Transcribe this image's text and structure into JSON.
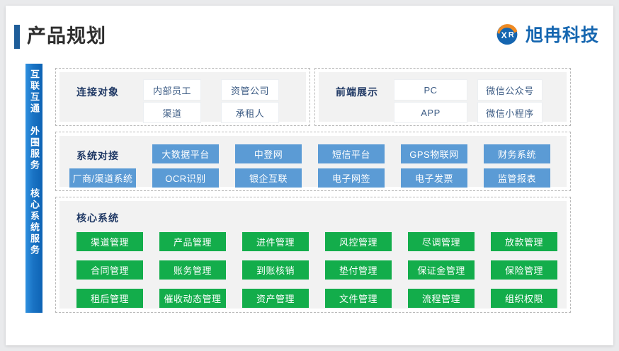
{
  "header": {
    "title": "产品规划",
    "logo_text": "旭冉科技",
    "logo_icon": "xr-circle-logo",
    "accent_color": "#1e5d99",
    "logo_color": "#1566b0"
  },
  "sidebar": {
    "groups": [
      {
        "label": "互联互通"
      },
      {
        "label": "外围服务"
      },
      {
        "label": "核心系统服务"
      }
    ],
    "gradient": [
      "#2f91e0",
      "#0d63b4"
    ]
  },
  "sections": [
    {
      "key": "connect",
      "title": "连接对象",
      "chip_style": "white",
      "items": [
        "内部员工",
        "资管公司",
        "渠道",
        "承租人"
      ]
    },
    {
      "key": "frontend",
      "title": "前端展示",
      "chip_style": "white",
      "items": [
        "PC",
        "微信公众号",
        "APP",
        "微信小程序"
      ]
    },
    {
      "key": "sysdock",
      "title": "系统对接",
      "chip_style": "blue",
      "color": "#5b9bd5",
      "row1": [
        "大数据平台",
        "中登网",
        "短信平台",
        "GPS物联网",
        "财务系统"
      ],
      "row2": [
        "厂商/渠道系统",
        "OCR识别",
        "银企互联",
        "电子网签",
        "电子发票",
        "监管报表"
      ]
    },
    {
      "key": "core",
      "title": "核心系统",
      "chip_style": "green",
      "color": "#13ad4b",
      "row1": [
        "渠道管理",
        "产品管理",
        "进件管理",
        "风控管理",
        "尽调管理",
        "放款管理"
      ],
      "row2": [
        "合同管理",
        "账务管理",
        "到账核销",
        "垫付管理",
        "保证金管理",
        "保险管理"
      ],
      "row3": [
        "租后管理",
        "催收动态管理",
        "资产管理",
        "文件管理",
        "流程管理",
        "组织权限"
      ]
    }
  ]
}
